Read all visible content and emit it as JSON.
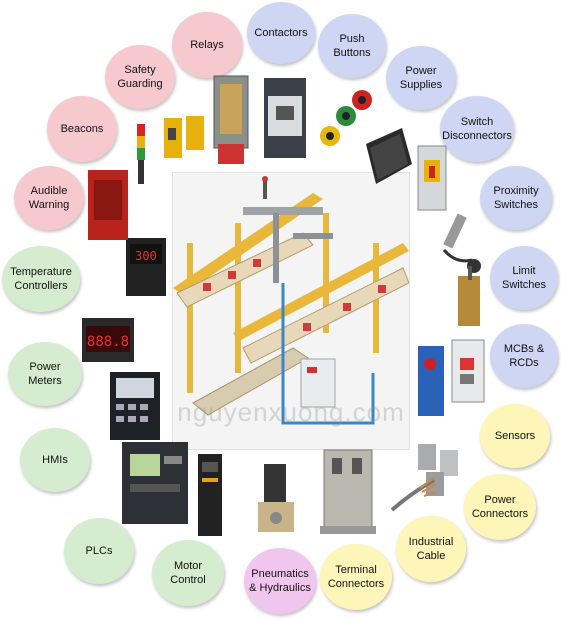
{
  "categories": [
    {
      "id": "relays",
      "label": "Relays",
      "color": "pink"
    },
    {
      "id": "contactors",
      "label": "Contactors",
      "color": "blue"
    },
    {
      "id": "push-buttons",
      "label": "Push Buttons",
      "color": "blue"
    },
    {
      "id": "safety-guarding",
      "label": "Safety\nGuarding",
      "color": "pink"
    },
    {
      "id": "power-supplies",
      "label": "Power\nSupplies",
      "color": "blue"
    },
    {
      "id": "beacons",
      "label": "Beacons",
      "color": "pink"
    },
    {
      "id": "switch-disconnectors",
      "label": "Switch\nDisconnectors",
      "color": "blue"
    },
    {
      "id": "audible-warning",
      "label": "Audible\nWarning",
      "color": "pink"
    },
    {
      "id": "proximity-switches",
      "label": "Proximity\nSwitches",
      "color": "blue"
    },
    {
      "id": "temperature-controllers",
      "label": "Temperature\nControllers",
      "color": "green"
    },
    {
      "id": "limit-switches",
      "label": "Limit Switches",
      "color": "blue"
    },
    {
      "id": "mcbs-rcds",
      "label": "MCBs & RCDs",
      "color": "blue"
    },
    {
      "id": "power-meters",
      "label": "Power Meters",
      "color": "green"
    },
    {
      "id": "sensors",
      "label": "Sensors",
      "color": "yellow"
    },
    {
      "id": "hmis",
      "label": "HMIs",
      "color": "green"
    },
    {
      "id": "power-connectors",
      "label": "Power\nConnectors",
      "color": "yellow"
    },
    {
      "id": "industrial-cable",
      "label": "Industrial Cable",
      "color": "yellow"
    },
    {
      "id": "plcs",
      "label": "PLCs",
      "color": "green"
    },
    {
      "id": "terminal-connectors",
      "label": "Terminal\nConnectors",
      "color": "yellow"
    },
    {
      "id": "motor-control",
      "label": "Motor Control",
      "color": "green"
    },
    {
      "id": "pneumatics-hydraulics",
      "label": "Pneumatics\n& Hydraulics",
      "color": "violet"
    }
  ],
  "watermark": "nguyenxuong.com",
  "meter_display": "888.8",
  "controller_display": "300"
}
